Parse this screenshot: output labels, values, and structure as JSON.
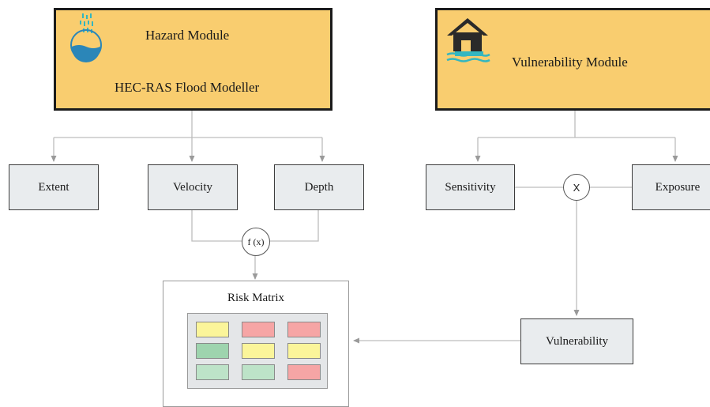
{
  "hazard": {
    "title": "Hazard Module",
    "subtitle": "HEC-RAS Flood Modeller",
    "icon": "water-drop-bowl-icon"
  },
  "vulnerability": {
    "title": "Vulnerability Module",
    "icon": "flooded-house-icon"
  },
  "hazard_outputs": [
    "Extent",
    "Velocity",
    "Depth"
  ],
  "vulnerability_inputs": [
    "Sensitivity",
    "Exposure"
  ],
  "function_symbol": "f (x)",
  "multiply_symbol": "X",
  "vulnerability_result": "Vulnerability",
  "risk_matrix": {
    "title": "Risk Matrix",
    "cells": [
      [
        "yellow",
        "red",
        "red"
      ],
      [
        "green",
        "yellow",
        "yellow"
      ],
      [
        "light-green",
        "light-green",
        "red"
      ]
    ]
  },
  "colors": {
    "module_fill": "#f9cd6f",
    "box_fill": "#e9ecee",
    "yellow": "#fbf59a",
    "red": "#f6a5a5",
    "green": "#9ed4ae",
    "light-green": "#bde3c8",
    "icon_blue": "#2b86b8",
    "icon_teal": "#33b6c0"
  }
}
